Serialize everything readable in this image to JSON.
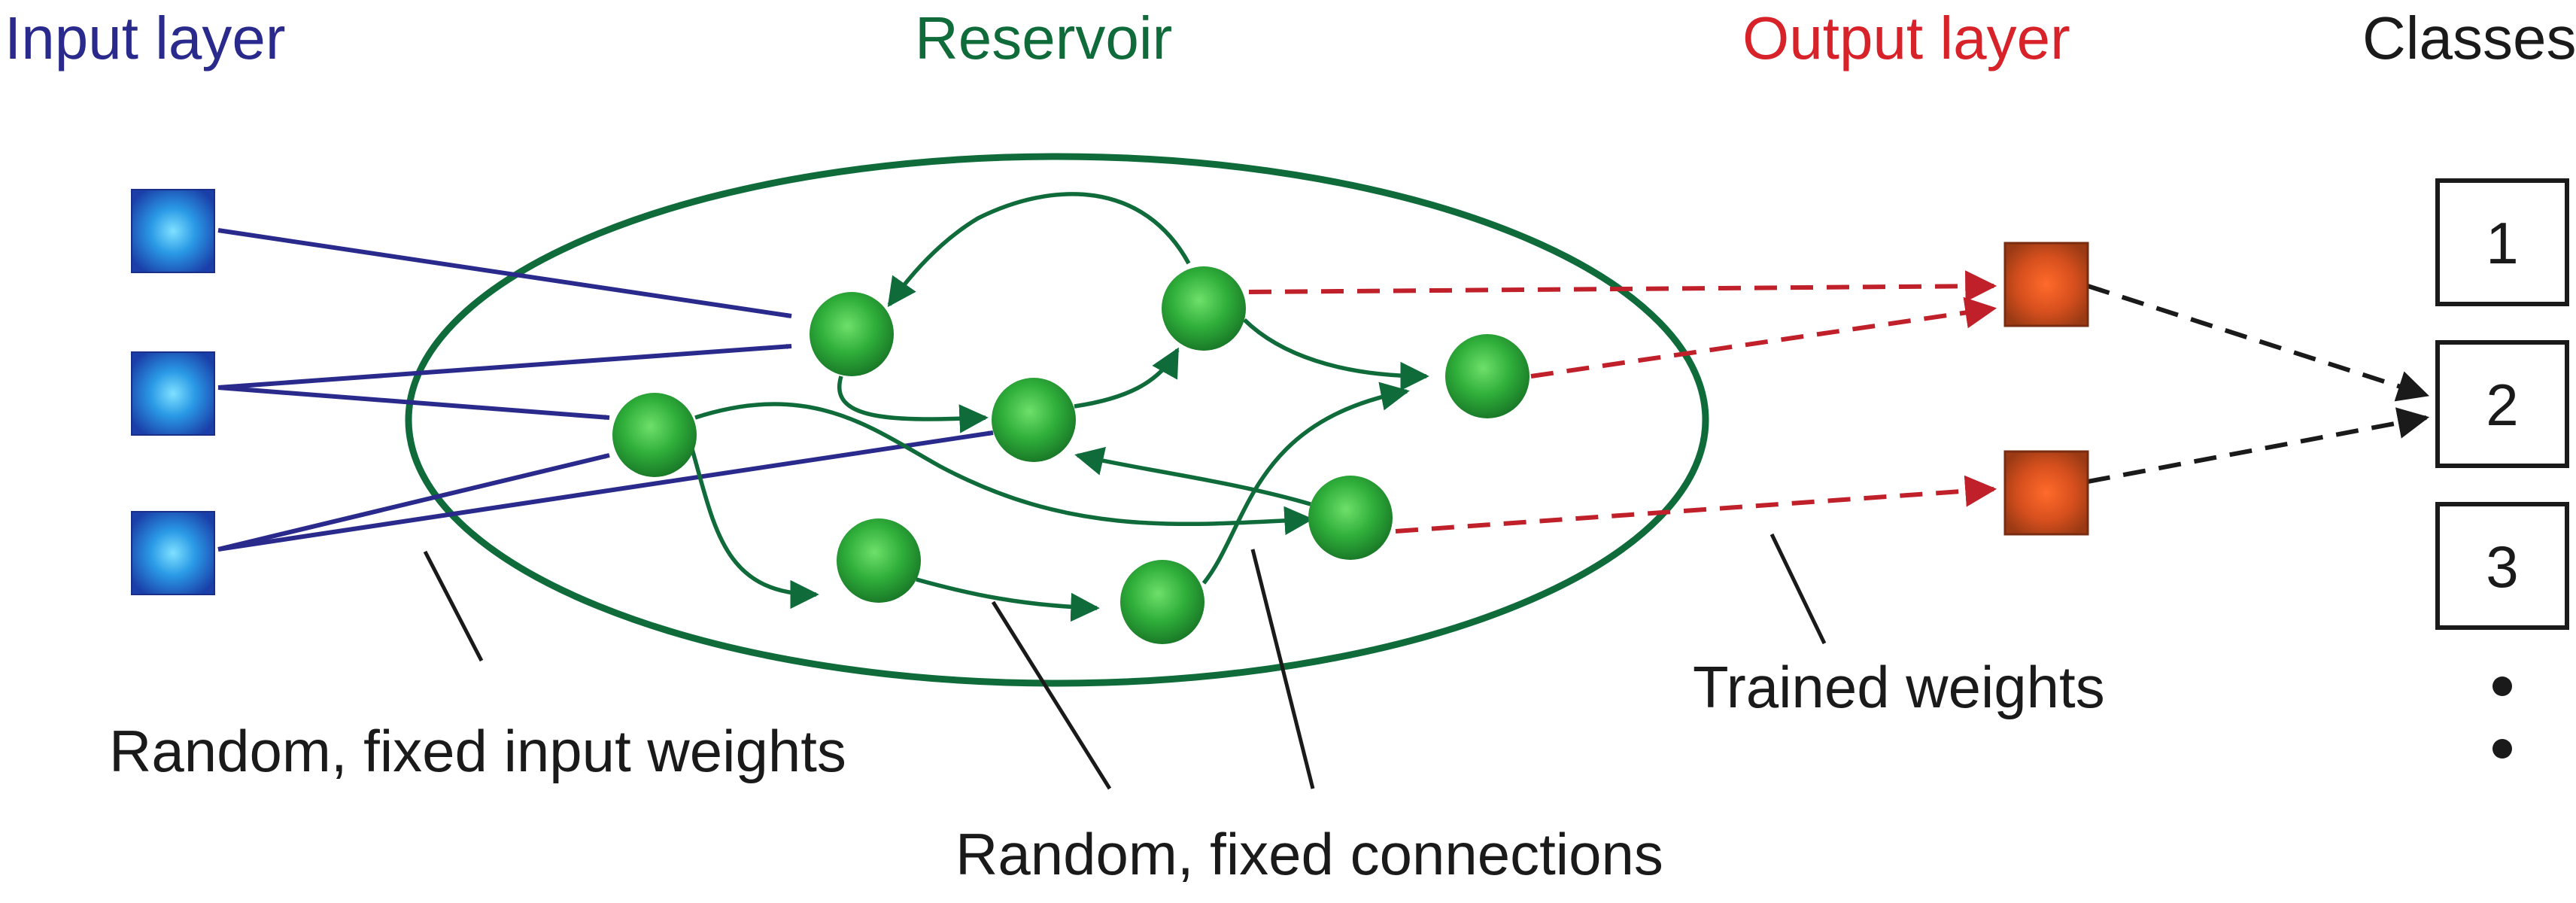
{
  "headers": {
    "input": "Input layer",
    "reservoir": "Reservoir",
    "output": "Output layer",
    "classes": "Classes"
  },
  "annotations": {
    "input_weights": "Random, fixed input weights",
    "connections": "Random, fixed connections",
    "trained": "Trained weights"
  },
  "classes": [
    "1",
    "2",
    "3"
  ],
  "colors": {
    "input": "#2a2a8c",
    "reservoir": "#0f6b3a",
    "output": "#d8222a",
    "classes": "#1a1a1a",
    "input_node": "#1f7fd8",
    "reservoir_node": "#2fae3a",
    "output_node": "#c8451c"
  },
  "icons": {
    "input_node": "blue-square",
    "reservoir_node": "green-circle",
    "output_node": "orange-square",
    "continuation": "vertical-ellipsis-dots"
  }
}
